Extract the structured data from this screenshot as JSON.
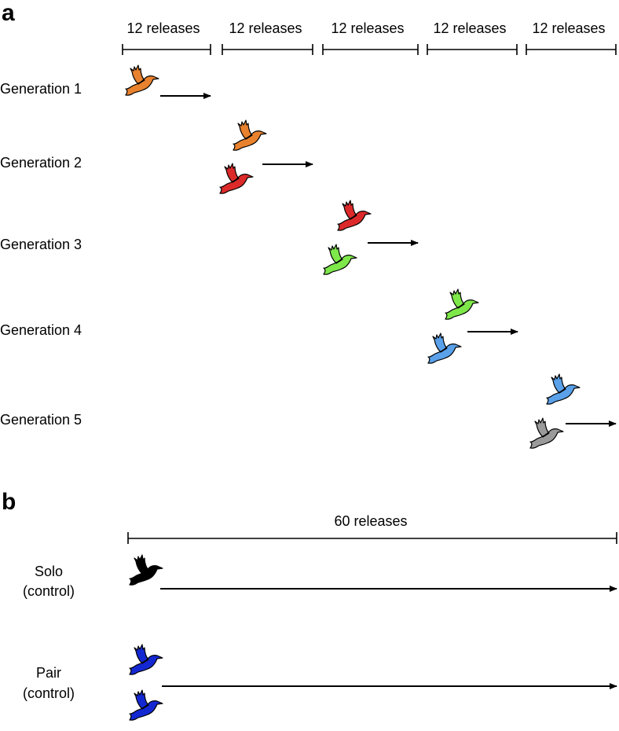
{
  "panel_a": {
    "letter": "a",
    "interval_labels": [
      "12 releases",
      "12 releases",
      "12 releases",
      "12 releases",
      "12 releases"
    ],
    "generations": [
      {
        "label": "Generation 1",
        "birds": [
          "orange"
        ]
      },
      {
        "label": "Generation 2",
        "birds": [
          "orange",
          "red"
        ]
      },
      {
        "label": "Generation 3",
        "birds": [
          "red",
          "green"
        ]
      },
      {
        "label": "Generation 4",
        "birds": [
          "green",
          "blue"
        ]
      },
      {
        "label": "Generation 5",
        "birds": [
          "blue",
          "gray"
        ]
      }
    ]
  },
  "panel_b": {
    "letter": "b",
    "interval_label": "60 releases",
    "conditions": [
      {
        "line1": "Solo",
        "line2": "(control)",
        "birds": [
          "black"
        ]
      },
      {
        "line1": "Pair",
        "line2": "(control)",
        "birds": [
          "navy",
          "navy"
        ]
      }
    ]
  },
  "colors": {
    "orange": "#e8822f",
    "red": "#dc2a2a",
    "green": "#7ee84a",
    "blue": "#5aa1ea",
    "gray": "#9a9a9a",
    "black": "#000000",
    "navy": "#1428d2",
    "outline": "#000000"
  },
  "icons": {
    "bird": "pigeon-icon",
    "arrow": "arrow-right-icon"
  }
}
